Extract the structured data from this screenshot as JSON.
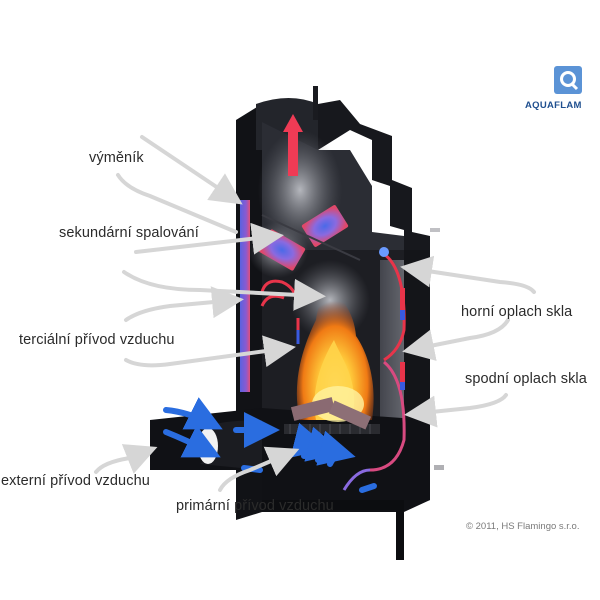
{
  "brand": {
    "logo_icon": "aquaflam-q-icon",
    "name": "AQUAFLAM",
    "logo_color": "#5b93d6",
    "name_color": "#1f4f8f"
  },
  "labels": {
    "exchanger": "výměník",
    "secondary_combustion": "sekundární spalování",
    "tertiary_air": "terciální přívod vzduchu",
    "upper_glass_rinse": "horní oplach skla",
    "lower_glass_rinse": "spodní oplach skla",
    "external_air": "externí přívod vzduchu",
    "primary_air": "primární přívod vzduchu"
  },
  "copyright": "© 2011, HS Flamingo s.r.o.",
  "colors": {
    "body_steel": "#1c1d22",
    "hot_air": "#e8344a",
    "cold_air": "#2a6de0",
    "heat_element": "#7a5fd6",
    "arrow_gray": "#d9d9d9",
    "smoke": "#8a8c94",
    "flame": "#f6a21c"
  }
}
